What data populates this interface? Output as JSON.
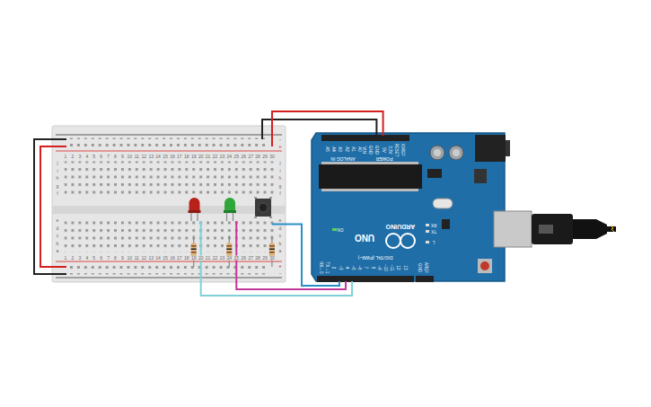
{
  "diagram": {
    "labels": [
      "1",
      "2",
      "3",
      "4",
      "5",
      "6",
      "7",
      "8",
      "9",
      "10",
      "11",
      "12",
      "13",
      "14",
      "15",
      "16",
      "17",
      "18",
      "19",
      "20",
      "21",
      "22",
      "23",
      "24",
      "25",
      "26",
      "27",
      "28",
      "29",
      "30",
      "1",
      "2",
      "3",
      "4",
      "5",
      "6",
      "7",
      "8",
      "9",
      "10",
      "11",
      "12",
      "13",
      "14",
      "15",
      "16",
      "17",
      "18",
      "19",
      "20",
      "21",
      "22",
      "23",
      "24",
      "25",
      "26",
      "27",
      "28",
      "29",
      "30",
      "j",
      "i",
      "h",
      "g",
      "f",
      "e",
      "d",
      "c",
      "b",
      "a",
      "j",
      "i",
      "h",
      "g",
      "f",
      "e",
      "d",
      "c",
      "b",
      "a",
      "-",
      "+",
      "+",
      "-",
      "ARDUINO",
      "UNO",
      "ON",
      "TX",
      "RX",
      "L",
      "DIGITAL (PWM~)",
      "ANALOG IN",
      "POWER",
      "A5",
      "A4",
      "A3",
      "A2",
      "A1",
      "A0",
      "VIN",
      "GND",
      "GND",
      "5V",
      "3.3V",
      "RESET",
      "IOREF",
      "RX←0",
      "TX→1",
      "2",
      "~3",
      "4",
      "~5",
      "~6",
      "7",
      "8",
      "~9",
      "~10",
      "~11",
      "12",
      "13",
      "GND",
      "AREF"
    ]
  }
}
